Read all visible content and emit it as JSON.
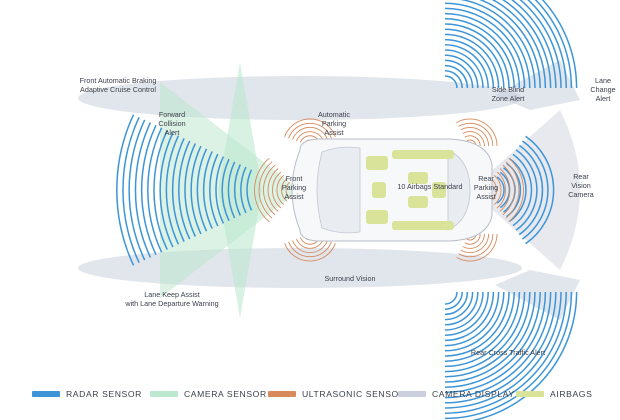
{
  "labels": {
    "front_braking": "Front Automatic Braking\nAdaptive Cruise Control",
    "forward_collision": "Forward\nCollision\nAlert",
    "automatic_parking": "Automatic\nParking\nAssist",
    "front_parking": "Front\nParking\nAssist",
    "airbags_standard": "10 Airbags Standard",
    "rear_parking": "Rear\nParking\nAssist",
    "side_blind": "Side Blind\nZone Alert",
    "lane_change": "Lane\nChange\nAlert",
    "rear_vision": "Rear\nVision\nCamera",
    "surround_vision": "Surround Vision",
    "lane_keep": "Lane Keep Assist\nwith Lane Departure Warning",
    "rear_cross": "Rear Cross Traffic Alert"
  },
  "legend": [
    {
      "label": "RADAR SENSOR",
      "color": "#3d95d8"
    },
    {
      "label": "CAMERA SENSOR",
      "color": "#bde8d0"
    },
    {
      "label": "ULTRASONIC SENSOR",
      "color": "#d88a5c"
    },
    {
      "label": "CAMERA DISPLAY",
      "color": "#c9cfdc"
    },
    {
      "label": "AIRBAGS",
      "color": "#d9e39a"
    }
  ],
  "colors": {
    "radar": "#3d95d8",
    "camera_sensor": "#bde8d0",
    "ultrasonic": "#d88a5c",
    "camera_display": "#c9cfdc",
    "airbags": "#d9e39a",
    "text": "#3b3f4a"
  }
}
